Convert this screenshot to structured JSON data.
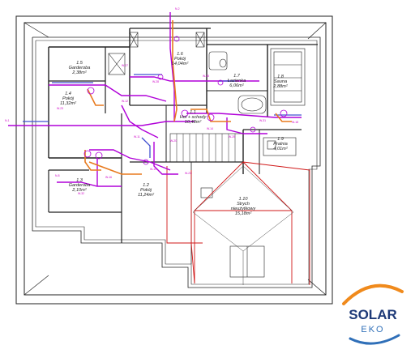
{
  "rooms": [
    {
      "id": "1.5",
      "name": "Garderoba",
      "area": "2,38m²"
    },
    {
      "id": "1.6",
      "name": "Pokój",
      "area": "14,04m²"
    },
    {
      "id": "1.7",
      "name": "Łazienka",
      "area": "6,06m²"
    },
    {
      "id": "1.8",
      "name": "Sauna",
      "area": "2,88m²"
    },
    {
      "id": "1.4",
      "name": "Pokój",
      "area": "11,32m²"
    },
    {
      "id": "1.1",
      "name": "Hol + schody",
      "area": "10,48m²"
    },
    {
      "id": "1.9",
      "name": "Pralnia",
      "area": "4,01m²"
    },
    {
      "id": "1.3",
      "name": "Garderoba",
      "area": "2,10m²"
    },
    {
      "id": "1.2",
      "name": "Pokój",
      "area": "11,24m²"
    },
    {
      "id": "1.10",
      "name": "Strych",
      "name2": "nieużytkowy",
      "area": "15,18m²"
    }
  ],
  "logo": {
    "brand": "SOLAR",
    "sub": "EKO",
    "colors": {
      "brand": "#1e3a78",
      "sub": "#2f6fb8",
      "arc_orange": "#f08a1c",
      "arc_blue": "#2f6fb8"
    }
  },
  "colors": {
    "wall": "#222222",
    "duct": "#b000d8",
    "duct_alt": "#4050d0",
    "duct_supply": "#e87a1e",
    "roof": "#d01818"
  }
}
